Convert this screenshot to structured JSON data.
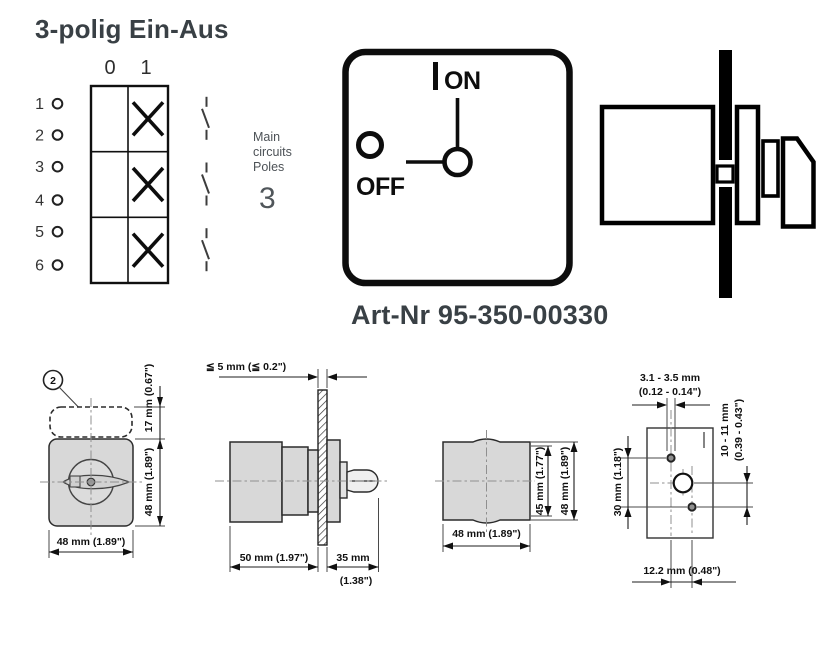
{
  "title": "3-polig Ein-Aus",
  "article_number": "Art-Nr 95-350-00330",
  "contact_table": {
    "column_headers": [
      "0",
      "1"
    ],
    "terminal_numbers": [
      "1",
      "2",
      "3",
      "4",
      "5",
      "6"
    ],
    "contact_groups": [
      {
        "terminals": "1-2",
        "closed_at": "1"
      },
      {
        "terminals": "3-4",
        "closed_at": "1"
      },
      {
        "terminals": "5-6",
        "closed_at": "1"
      }
    ]
  },
  "main_circuits_label": {
    "line1": "Main",
    "line2": "circuits",
    "line3": "Poles",
    "poles_value": "3"
  },
  "switch_face": {
    "on_label": "ON",
    "off_label": "OFF"
  },
  "dim_front_view": {
    "callout": "2",
    "handle_height": "17 mm (0.67\")",
    "body_height": "48 mm (1.89\")",
    "body_width": "48 mm (1.89\")"
  },
  "dim_side_view": {
    "panel_thickness": "≦ 5 mm (≦ 0.2\")",
    "depth_behind_panel": "50 mm (1.97\")",
    "front_depth_mm": "35 mm",
    "front_depth_in": "(1.38\")"
  },
  "dim_rear_view": {
    "flat_height": "45 mm (1.77\")",
    "overall_height": "48 mm (1.89\")",
    "overall_width": "48 mm (1.89\")"
  },
  "dim_drill_plan": {
    "fixing_hole_dia_mm": "3.1 - 3.5 mm",
    "fixing_hole_dia_in": "(0.12 - 0.14\")",
    "vertical_offset_mm": "10 - 11 mm",
    "vertical_offset_in": "(0.39 - 0.43\")",
    "vertical_span": "30 mm (1.18\")",
    "horizontal_offset": "12.2 mm (0.48\")"
  }
}
